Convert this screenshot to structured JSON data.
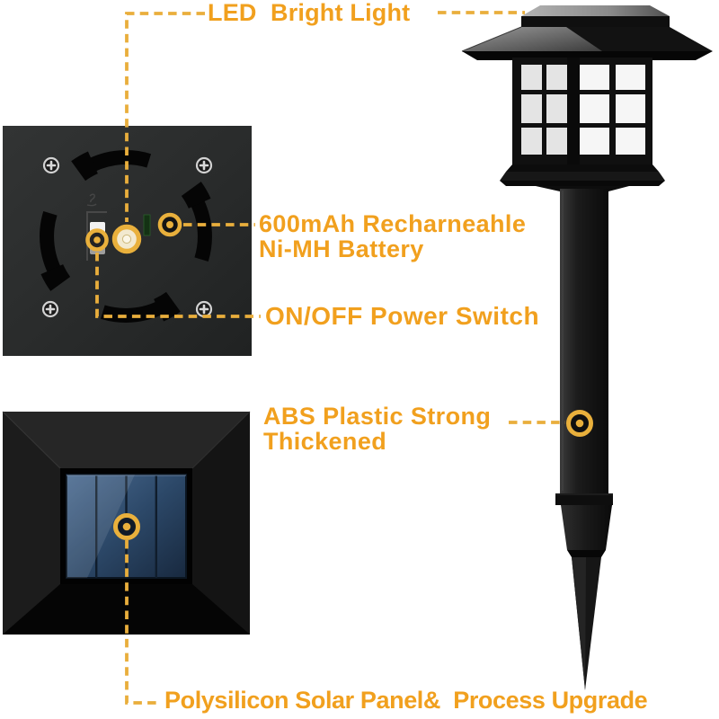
{
  "colors": {
    "page_bg": "#FFFFFF",
    "label_orange": "#F1A01E",
    "dash_gold": "#E9AE3C",
    "marker_gold": "#E9B03C",
    "solar_panel_blue": "#3B5B80",
    "product_black": "#161616"
  },
  "labels": {
    "led": {
      "text": "LED  Bright Light"
    },
    "battery": {
      "line1": "600mAh Recharneahle",
      "line2": "Ni-MH Battery"
    },
    "power_switch": {
      "text": "ON/OFF Power Switch"
    },
    "abs": {
      "line1": "ABS Plastic Strong",
      "line2": "Thickened"
    },
    "solar": {
      "text": "Polysilicon Solar Panel&  Process Upgrade"
    }
  },
  "figures": {
    "lamp": "solar-lantern-pathway-light-with-ground-spike",
    "back_panel": "lamp-bottom-back-panel-view",
    "solar_top": "solar-panel-top-view"
  },
  "icons": [
    "target-ring-marker",
    "phillips-screw-icon",
    "dashed-callout-line",
    "bayonet-slot"
  ]
}
